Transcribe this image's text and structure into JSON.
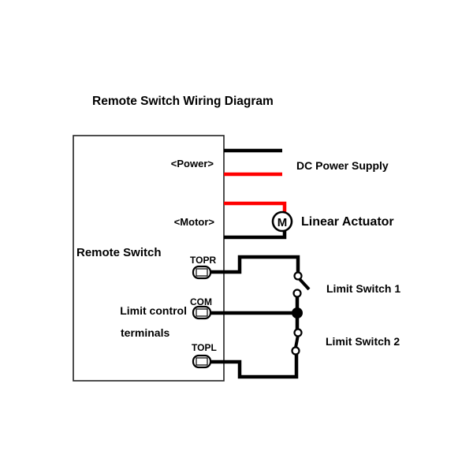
{
  "title": "Remote Switch Wiring Diagram",
  "remote_switch": {
    "label": "Remote Switch",
    "power_label": "<Power>",
    "motor_label": "<Motor>",
    "limit_label_line1": "Limit control",
    "limit_label_line2": "terminals",
    "terminals": [
      "TOPR",
      "COM",
      "TOPL"
    ]
  },
  "devices": {
    "power_supply": "DC Power Supply",
    "actuator": "Linear Actuator",
    "motor_symbol": "M",
    "limit_switch_1": "Limit Switch 1",
    "limit_switch_2": "Limit Switch 2"
  },
  "colors": {
    "wire_black": "#000000",
    "wire_red": "#ff0000"
  }
}
